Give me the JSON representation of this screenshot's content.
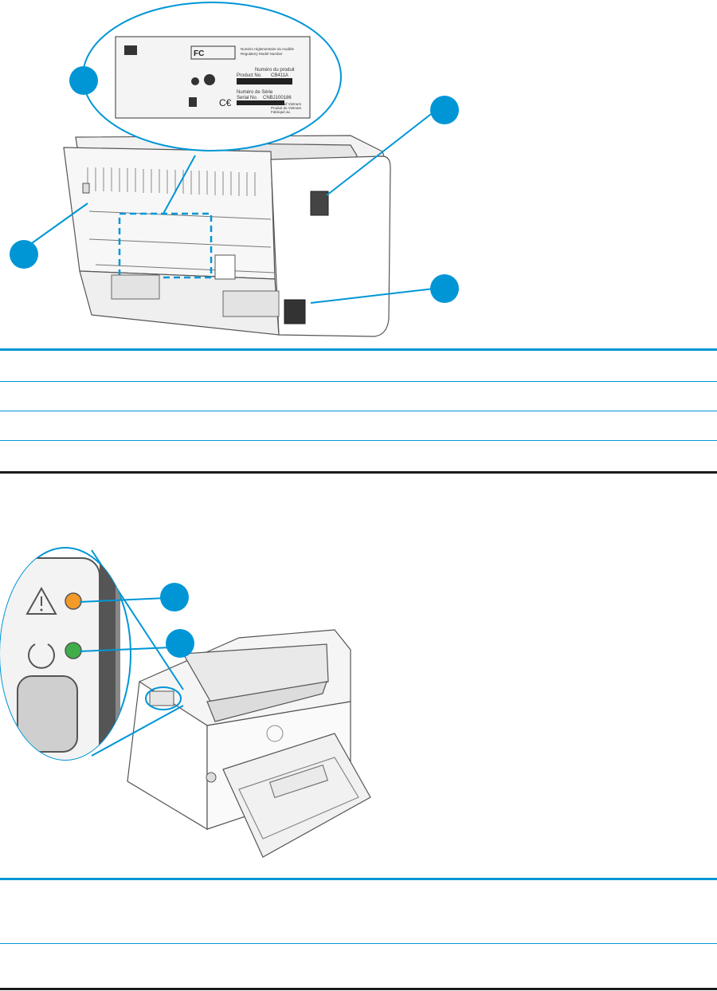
{
  "back_view": {
    "label": {
      "top_lines": [
        "Numéro réglementaire du modèle",
        "Regulatory Model Number"
      ],
      "product_lines": [
        "Numéro du produit",
        "Product No."
      ],
      "product_code": "CB411A",
      "serial_lines": [
        "Numéro de Série",
        "Serial No."
      ],
      "serial_code": "CNBJ100186",
      "origin_lines": [
        "Product of Vietnam",
        "Produit du Vietnam",
        "Fabriqué au"
      ]
    }
  },
  "colors": {
    "accent": "#0096d6",
    "callout_fill": "#0096d6",
    "attention_led": "#f39a2b",
    "ready_led": "#3fae49",
    "rule_dark": "#1a1a1a"
  },
  "icons": {
    "attention": "warning-triangle-icon",
    "ready": "power-ring-icon",
    "hp_logo": "hp-logo-icon"
  }
}
